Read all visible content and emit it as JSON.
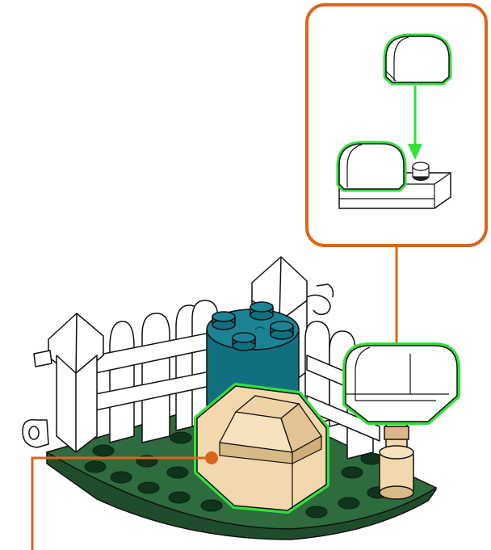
{
  "scene": {
    "description_visible_text": "",
    "step_callout": {
      "has_arrow": true
    },
    "colors": {
      "baseplate": "#2e6b3e",
      "baseplate_dark": "#1f4d2b",
      "stud_dark": "#10331c",
      "round_brick": "#126f7f",
      "round_brick_dark": "#0c5561",
      "tan": "#f3d8ad",
      "tan_dark": "#d9b987",
      "highlight": "#33e03a",
      "callout_border": "#d9661e",
      "outline": "#111111",
      "white": "#ffffff"
    },
    "icons": [
      "callout-frame",
      "pointer-dot",
      "leader-line",
      "insertion-arrow"
    ]
  }
}
